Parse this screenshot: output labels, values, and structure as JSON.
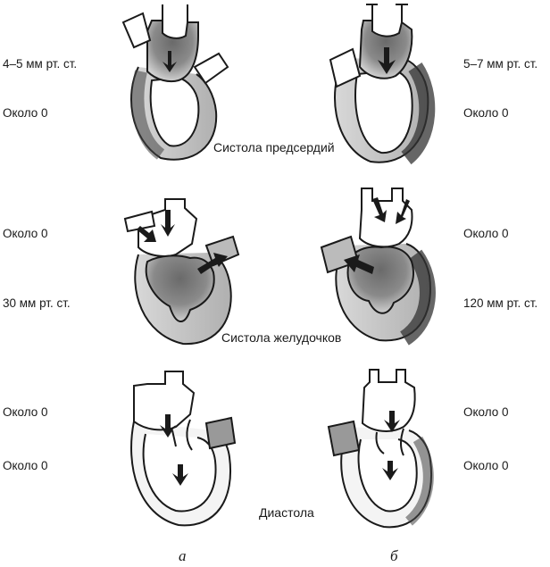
{
  "phases": [
    {
      "caption": "Систола предсердий",
      "left": {
        "atrium": "4–5 мм рт. ст.",
        "ventricle": "Около 0"
      },
      "right": {
        "atrium": "5–7 мм рт. ст.",
        "ventricle": "Около 0"
      }
    },
    {
      "caption": "Систола желудочков",
      "left": {
        "atrium": "Около 0",
        "ventricle": "30 мм рт. ст."
      },
      "right": {
        "atrium": "Около 0",
        "ventricle": "120 мм рт. ст."
      }
    },
    {
      "caption": "Диастола",
      "left": {
        "atrium": "Около 0",
        "ventricle": "Около 0"
      },
      "right": {
        "atrium": "Около 0",
        "ventricle": "Около 0"
      }
    }
  ],
  "columns": {
    "left": "а",
    "right": "б"
  },
  "colors": {
    "ink": "#1a1a1a",
    "wall": "#c4c4c4",
    "wall_dark": "#5a5a5a",
    "blood": "#7a7a7a"
  }
}
